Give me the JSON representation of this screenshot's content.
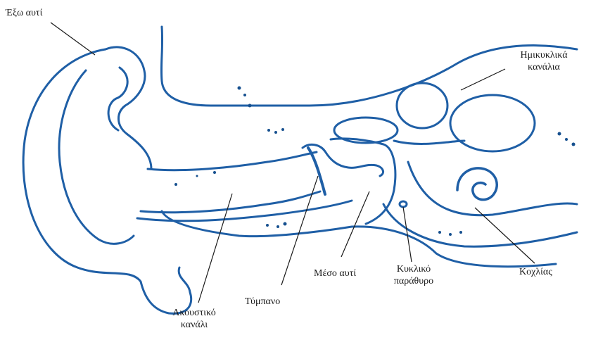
{
  "diagram": {
    "colors": {
      "ink": "#1f5fa6",
      "ink_dark": "#16508f",
      "leader": "#1a1a1a",
      "background": "#ffffff"
    },
    "labels": {
      "outer_ear": "Έξω αυτί",
      "semicircular_1": "Ημικυκλικά",
      "semicircular_2": "κανάλια",
      "cochlea": "Κοχλίας",
      "round_window_1": "Κυκλικό",
      "round_window_2": "παράθυρο",
      "middle_ear": "Μέσο αυτί",
      "eardrum": "Τύμπανο",
      "ear_canal_1": "Ακουστικό",
      "ear_canal_2": "κανάλι"
    }
  }
}
